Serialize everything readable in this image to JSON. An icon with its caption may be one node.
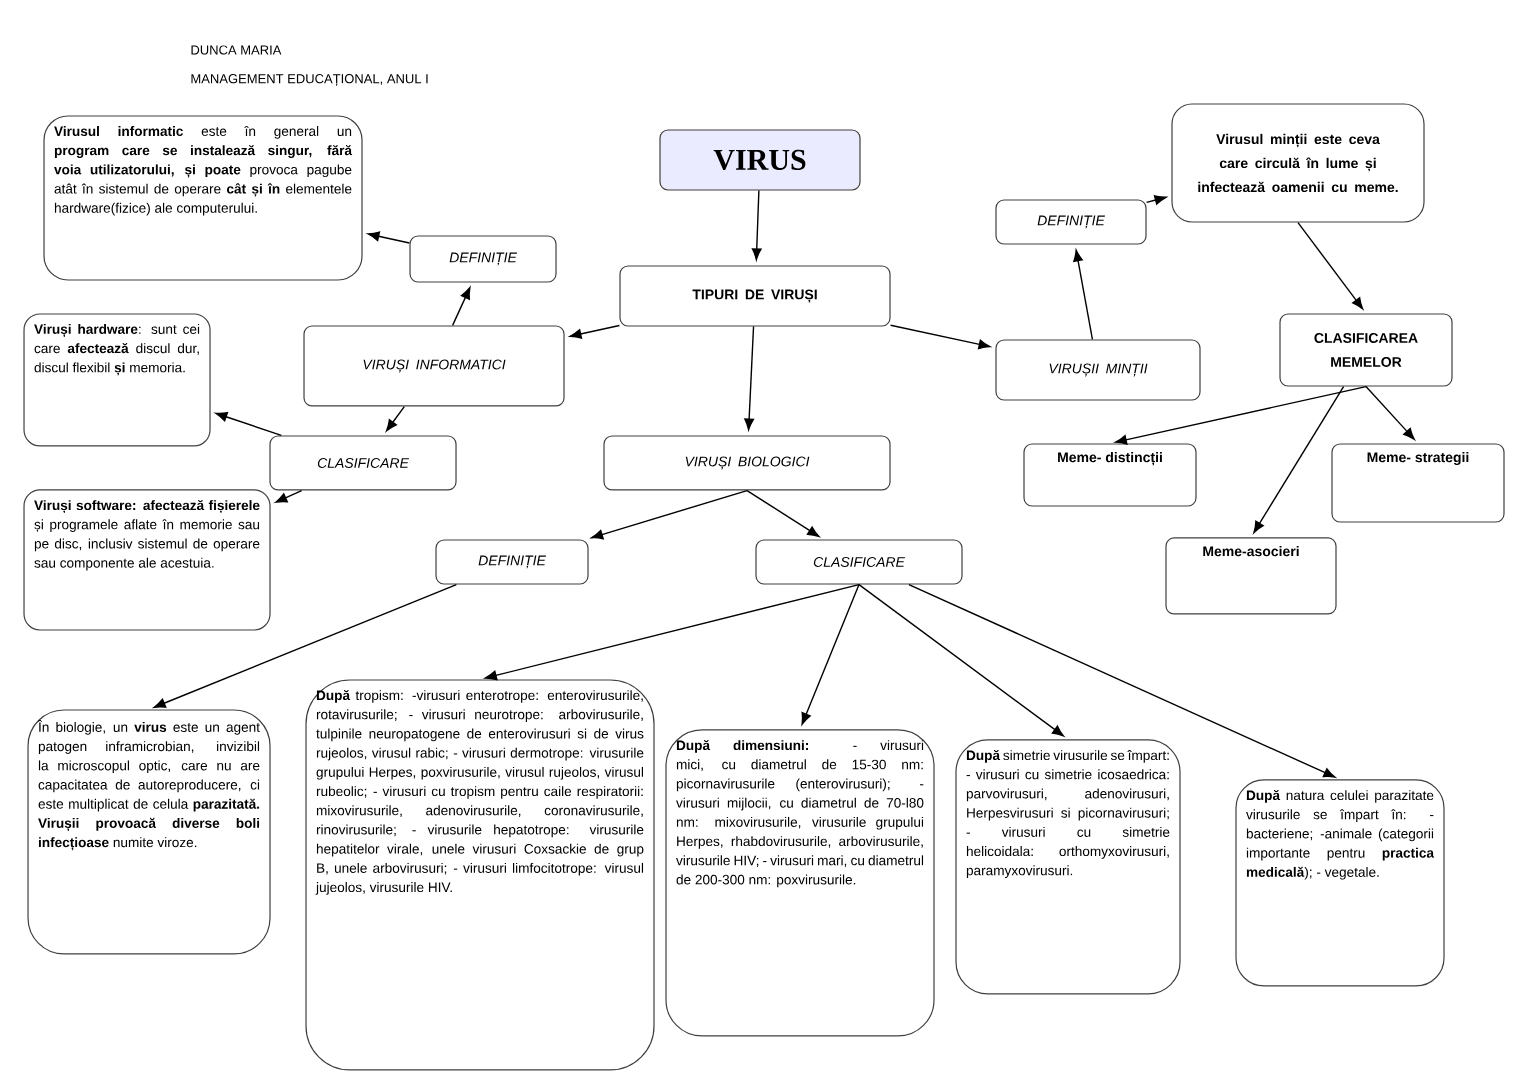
{
  "diagram": {
    "nodes": [
      {
        "text": [
          "VIRUS"
        ]
      },
      {
        "text": [
          "TIPURI DE VIRUȘI"
        ]
      },
      {
        "text": [
          "VIRUȘI INFORMATICI"
        ]
      },
      {
        "text": [
          "DEFINIȚIE"
        ]
      },
      {
        "text": [
          "**Virusul informatic** este în general un **program care se instalează singur, fără voia utilizatorului, și poate** provoca pagube atât în sistemul de operare **cât și în** elementele hardware(fizice) ale computerului."
        ]
      },
      {
        "text": [
          "CLASIFICARE"
        ]
      },
      {
        "text": [
          "**Viruși hardware**: sunt cei care **afectează** discul dur, discul flexibil **și** memoria."
        ]
      },
      {
        "text": [
          "**Viruși software: afectează fișierele** și programele aflate în memorie sau pe disc, inclusiv sistemul de operare sau componente ale acestuia."
        ]
      },
      {
        "text": [
          "VIRUȘI BIOLOGICI"
        ]
      },
      {
        "text": [
          "DEFINIȚIE"
        ]
      },
      {
        "text": [
          "CLASIFICARE"
        ]
      },
      {
        "text": [
          "În biologie, un **virus** este un agent patogen inframicrobian, invizibil la microscopul optic, care nu are capacitatea de autoreproducere, ci este multiplicat de celula **parazitată. Virușii provoacă diverse boli infecțioase** numite viroze."
        ]
      },
      {
        "text": [
          "**După** tropism: -virusuri enterotrope: enterovirusurile, rotavirusurile; - virusuri neurotrope: arbovirusurile, tulpinile neuropatogene de enterovirusuri si de virus rujeolos, virusul rabic; - virusuri dermotrope: virusurile grupului Herpes, poxvirusurile, virusul rujeolos, virusul rubeolic; - virusuri cu tropism pentru caile respiratorii: mixovirusurile, adenovirusurile, coronavirusurile, rinovirusurile; - virusurile hepatotrope: virusurile hepatitelor virale, unele virusuri Coxsackie de grup B, unele arbovirusuri; - virusuri limfocitotrope: virusul jujeolos, virusurile HIV."
        ]
      },
      {
        "text": [
          "**După dimensiuni:** - virusuri mici, cu diametrul de 15-30 nm: picornavirusurile (enterovirusuri); - virusuri mijlocii, cu diametrul de 70-l80 nm: mixovirusurile, virusurile grupului Herpes, rhabdovirusurile, arbovirusurile, virusurile HIV; - virusuri mari, cu diametrul de 200-300 nm: poxvirusurile."
        ]
      },
      {
        "text": [
          "**După** simetrie virusurile se împart: - virusuri cu simetrie icosaedrica: parvovirusuri, adenovirusuri, Herpesvirusuri si picornavirusuri; - virusuri cu simetrie helicoidala: orthomyxovirusuri, paramyxovirusuri."
        ]
      },
      {
        "text": [
          "**După** natura celulei parazitate virusurile se împart în: - bacteriene; -animale (categorii importante pentru **practica medicală**); - vegetale."
        ]
      },
      {
        "text": [
          "VIRUȘII MINȚII"
        ]
      },
      {
        "text": [
          "DEFINIȚIE"
        ]
      },
      {
        "text": [
          "Virusul minții este ceva care circulă în lume și infectează oamenii cu meme."
        ]
      },
      {
        "text": [
          "CLASIFICAREA MEMELOR"
        ]
      },
      {
        "text": [
          "Meme- distincții"
        ]
      },
      {
        "text": [
          "Meme- strategii"
        ]
      },
      {
        "text": [
          "Meme-asocieri"
        ]
      }
    ],
    "edges": [
      {
        "from": 0,
        "to": 1,
        "arrow": "to"
      },
      {
        "from": 1,
        "to": 2,
        "arrow": "to"
      },
      {
        "from": 2,
        "to": 3,
        "arrow": "to"
      },
      {
        "from": 3,
        "to": 4,
        "arrow": "to"
      },
      {
        "from": 2,
        "to": 5,
        "arrow": "to"
      },
      {
        "from": 5,
        "to": 6,
        "arrow": "to"
      },
      {
        "from": 5,
        "to": 7,
        "arrow": "to"
      },
      {
        "from": 1,
        "to": 8,
        "arrow": "to"
      },
      {
        "from": 8,
        "to": 9,
        "arrow": "to"
      },
      {
        "from": 8,
        "to": 10,
        "arrow": "to"
      },
      {
        "from": 9,
        "to": 11,
        "arrow": "to"
      },
      {
        "from": 10,
        "to": 12,
        "arrow": "to"
      },
      {
        "from": 10,
        "to": 13,
        "arrow": "to"
      },
      {
        "from": 10,
        "to": 14,
        "arrow": "to"
      },
      {
        "from": 10,
        "to": 15,
        "arrow": "to"
      },
      {
        "from": 1,
        "to": 16,
        "arrow": "to"
      },
      {
        "from": 16,
        "to": 17,
        "arrow": "to"
      },
      {
        "from": 17,
        "to": 18,
        "arrow": "to"
      },
      {
        "from": 18,
        "to": 19,
        "arrow": "to"
      },
      {
        "from": 19,
        "to": 20,
        "arrow": "to"
      },
      {
        "from": 19,
        "to": 21,
        "arrow": "to"
      },
      {
        "from": 19,
        "to": 22,
        "arrow": "to"
      }
    ],
    "labels": [
      "DUNCA MARIA",
      "MANAGEMENT EDUCAȚIONAL, ANUL I"
    ]
  }
}
